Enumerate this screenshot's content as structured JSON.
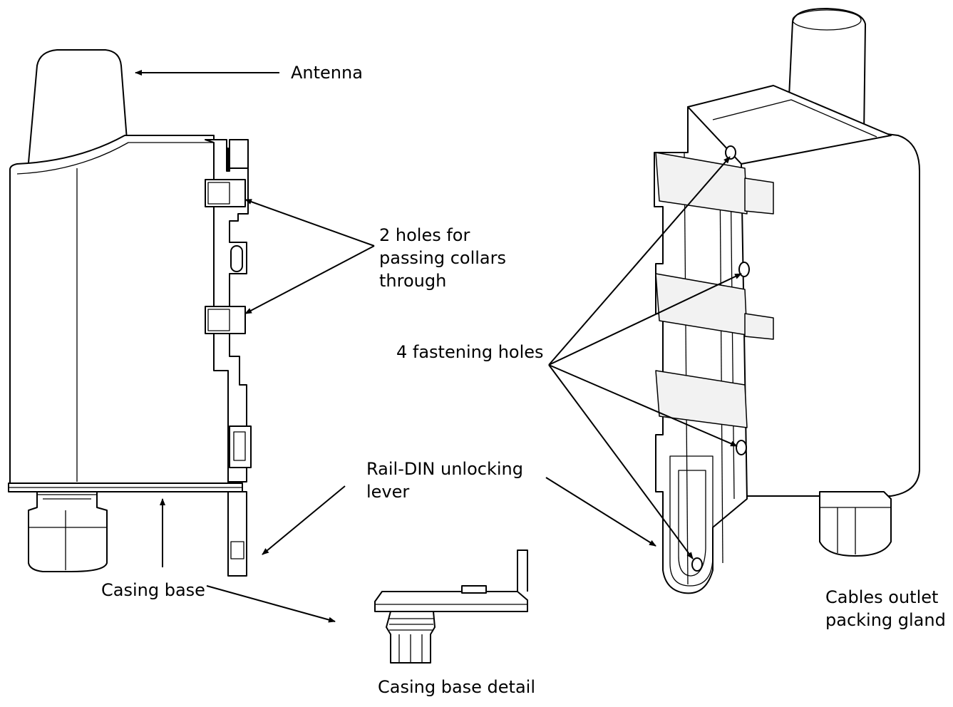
{
  "labels": {
    "antenna": "Antenna",
    "holes_collars": [
      "2 holes for",
      "passing collars",
      "through"
    ],
    "fastening_holes": "4 fastening holes",
    "rail_din": [
      "Rail-DIN unlocking",
      "lever"
    ],
    "casing_base": "Casing base",
    "cables_outlet": [
      "Cables outlet",
      "packing gland"
    ],
    "casing_base_detail": "Casing base detail"
  },
  "colors": {
    "line": "#000000",
    "background": "#ffffff"
  }
}
